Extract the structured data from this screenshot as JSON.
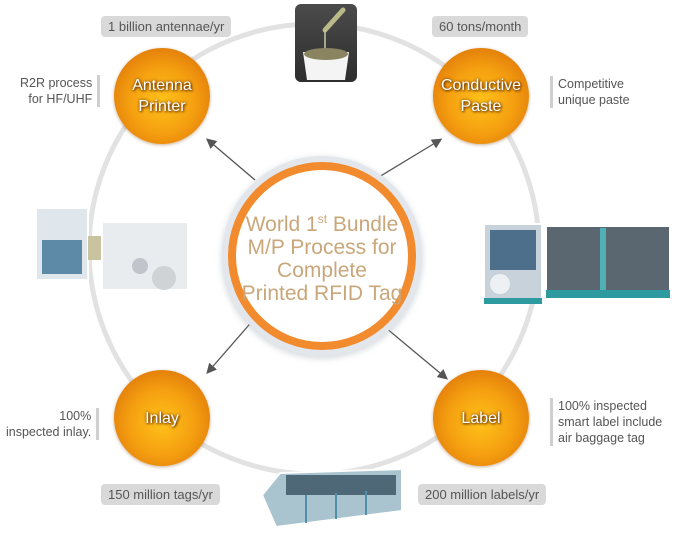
{
  "center": {
    "line1_pre": "World 1",
    "line1_sup": "st",
    "line1_post": " Bundle",
    "line2": "M/P Process for",
    "line3": "Complete",
    "line4": "Printed RFID Tag"
  },
  "nodes": {
    "antenna": {
      "line1": "Antenna",
      "line2": "Printer",
      "capacity": "1 billion antennae/yr",
      "note_line1": "R2R process",
      "note_line2": "for HF/UHF"
    },
    "paste": {
      "line1": "Conductive",
      "line2": "Paste",
      "capacity": "60 tons/month",
      "note_line1": "Competitive",
      "note_line2": "unique paste"
    },
    "inlay": {
      "line1": "Inlay",
      "capacity": "150 million tags/yr",
      "note_line1": "100%",
      "note_line2": "inspected inlay."
    },
    "label": {
      "line1": "Label",
      "capacity": "200 million labels/yr",
      "note_line1": "100% inspected",
      "note_line2": "smart label include",
      "note_line3": "air baggage tag"
    }
  },
  "images": {
    "top": "conductive-paste-photo",
    "left": "antenna-printer-machine-photo",
    "right": "label-machine-photo",
    "bottom": "inlay-machine-photo"
  },
  "colors": {
    "accent_orange": "#f28a2e",
    "node_orange": "#f5a010",
    "ring_gray": "#e0e0e0",
    "pill_gray": "#d9d9d9",
    "center_text": "#c9a77a"
  }
}
